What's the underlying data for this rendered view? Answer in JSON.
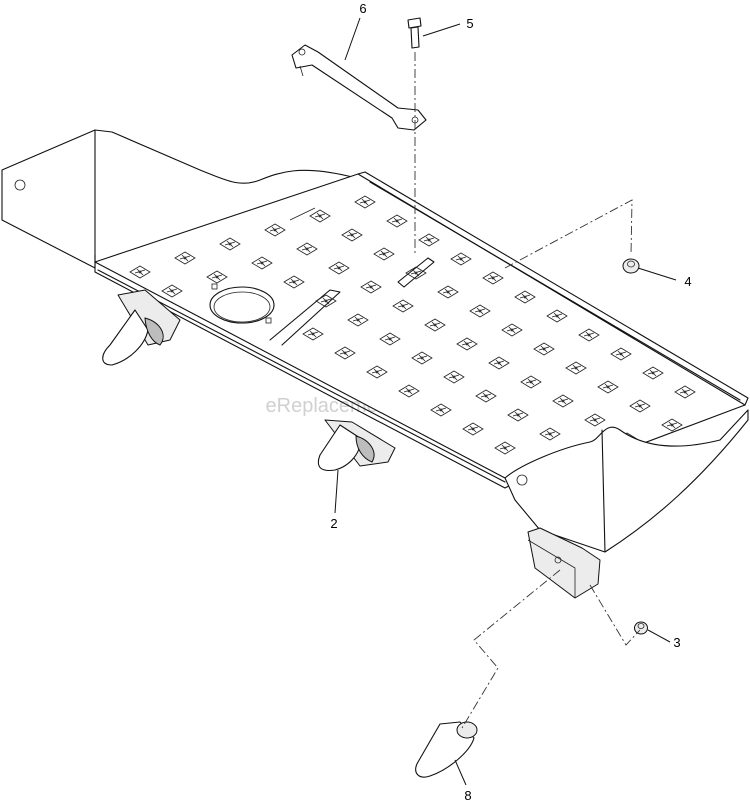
{
  "watermark": "eReplacementParts.com",
  "callouts": [
    {
      "id": "part-6",
      "label": "6"
    },
    {
      "id": "part-5",
      "label": "5"
    },
    {
      "id": "part-4",
      "label": "4"
    },
    {
      "id": "part-2",
      "label": "2"
    },
    {
      "id": "part-3",
      "label": "3"
    },
    {
      "id": "part-8",
      "label": "8"
    }
  ]
}
